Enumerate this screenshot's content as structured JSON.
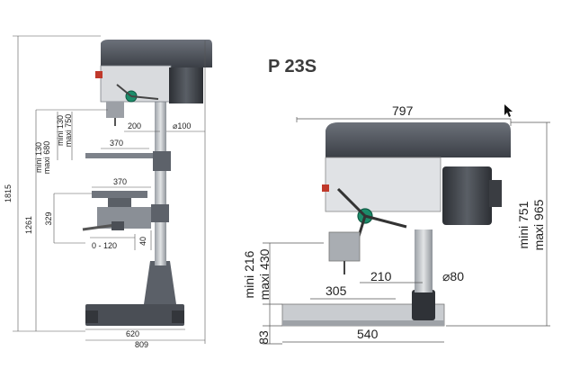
{
  "title": "P 23S",
  "left_view": {
    "height_total": "1815",
    "height_table": "1261",
    "dim_329": "329",
    "dim_40": "40",
    "mini_130": "mini 130",
    "maxi_750": "maxi 750",
    "mini_130b": "mini 130",
    "maxi_680": "maxi 680",
    "dim_200": "200",
    "dim_dia100": "⌀100",
    "dim_370a": "370",
    "dim_370b": "370",
    "dim_0_120": "0 - 120",
    "dim_620": "620",
    "dim_809": "809"
  },
  "right_view": {
    "dim_797": "797",
    "mini_751": "mini 751",
    "maxi_965": "maxi 965",
    "mini_216": "mini 216",
    "maxi_430": "maxi 430",
    "dim_83": "83",
    "dim_210": "210",
    "dim_dia80": "⌀80",
    "dim_305": "305",
    "dim_540": "540"
  }
}
